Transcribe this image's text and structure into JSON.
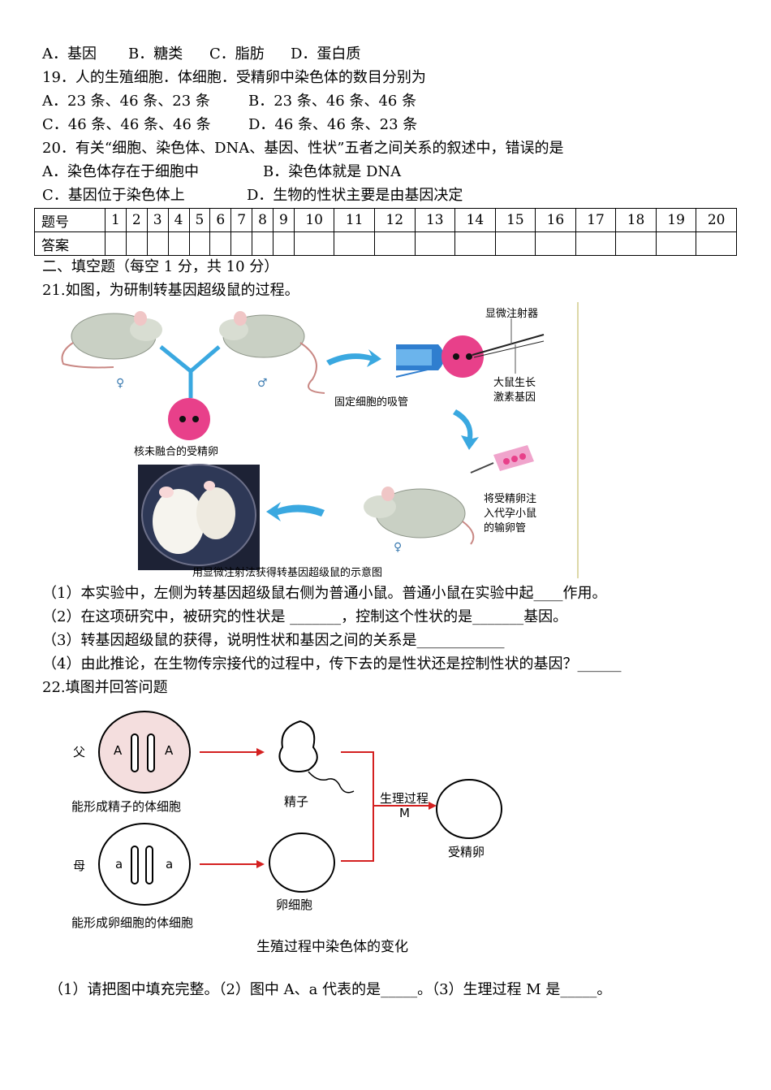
{
  "q18_options": [
    "A．基因",
    "B．糖类",
    "C．脂肪",
    "D．蛋白质"
  ],
  "q19": {
    "stem": "19．人的生殖细胞．体细胞．受精卵中染色体的数目分别为",
    "options": [
      "A．23 条、46 条、23 条",
      "B．23 条、46 条、46 条",
      "C．46 条、46 条、46 条",
      "D．46 条、46 条、23 条"
    ]
  },
  "q20": {
    "stem": "20．有关“细胞、染色体、DNA、基因、性状”五者之间关系的叙述中，错误的是",
    "options": [
      "A．染色体存在于细胞中",
      "B．染色体就是 DNA",
      "C．基因位于染色体上",
      "D．生物的性状主要是由基因决定"
    ]
  },
  "answer_table": {
    "row1_header": "题号",
    "row2_header": "答案",
    "numbers": [
      "1",
      "2",
      "3",
      "4",
      "5",
      "6",
      "7",
      "8",
      "9",
      "10",
      "11",
      "12",
      "13",
      "14",
      "15",
      "16",
      "17",
      "18",
      "19",
      "20"
    ]
  },
  "section2": "二、填空题（每空 1 分，共 10 分）",
  "q21": {
    "stem": "21.如图，为研制转基因超级鼠的过程。",
    "figure": {
      "female_symbol": "♀",
      "male_symbol": "♂",
      "zygote_label": "核未融合的受精卵",
      "microinjector_label": "显微注射器",
      "gene_label_1": "大鼠生长",
      "gene_label_2": "激素基因",
      "pipette_label": "固定细胞的吸管",
      "inject_label_1": "将受精卵注",
      "inject_label_2": "入代孕小鼠",
      "inject_label_3": "的输卵管",
      "surrogate_symbol": "♀",
      "caption": "用显微注射法获得转基因超级鼠的示意图"
    },
    "sub1": "（1）本实验中，左侧为转基因超级鼠右侧为普通小鼠。普通小鼠在实验中起____作用。",
    "sub2": "（2）在这项研究中，被研究的性状是 _______，控制这个性状的是_______基因。",
    "sub3": "（3）转基因超级鼠的获得，说明性状和基因之间的关系是____________",
    "sub4": "（4）由此推论，在生物传宗接代的过程中，传下去的是性状还是控制性状的基因？______"
  },
  "q22": {
    "stem": "22.填图并回答问题",
    "figure": {
      "father": "父",
      "mother": "母",
      "allele_A1": "A",
      "allele_A2": "A",
      "allele_a1": "a",
      "allele_a2": "a",
      "father_cell_label": "能形成精子的体细胞",
      "mother_cell_label": "能形成卵细胞的体细胞",
      "sperm_label": "精子",
      "egg_label": "卵细胞",
      "process_label": "生理过程",
      "process_letter": "M",
      "zygote_label": "受精卵",
      "caption": "生殖过程中染色体的变化"
    },
    "questions": "（1）请把图中填充完整。（2）图中 A、a 代表的是_____。（3）生理过程 M 是_____。"
  },
  "colors": {
    "arrow_red": "#d42020",
    "arrow_blue": "#3aa8e0",
    "pink_cell": "#e8408a",
    "father_cell_fill": "#f4dede"
  }
}
